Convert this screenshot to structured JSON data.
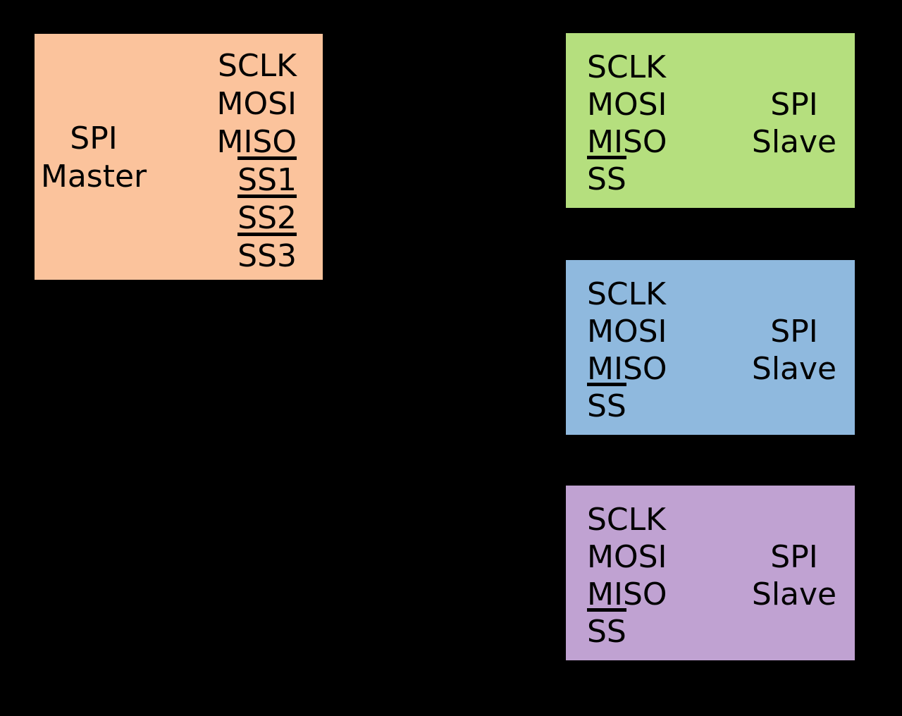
{
  "canvas": {
    "background": "#000000"
  },
  "master": {
    "fill": "#fbc39c",
    "label_lines": [
      "SPI",
      "Master"
    ],
    "pins": [
      {
        "label": "SCLK",
        "overline": false
      },
      {
        "label": "MOSI",
        "overline": false
      },
      {
        "label": "MISO",
        "overline": false
      },
      {
        "label": "SS1",
        "overline": true
      },
      {
        "label": "SS2",
        "overline": true
      },
      {
        "label": "SS3",
        "overline": true
      }
    ]
  },
  "slaves": [
    {
      "fill": "#b5df7e",
      "label_lines": [
        "SPI",
        "Slave"
      ],
      "pins": [
        {
          "label": "SCLK",
          "overline": false
        },
        {
          "label": "MOSI",
          "overline": false
        },
        {
          "label": "MISO",
          "overline": false
        },
        {
          "label": "SS",
          "overline": true
        }
      ]
    },
    {
      "fill": "#8fb9de",
      "label_lines": [
        "SPI",
        "Slave"
      ],
      "pins": [
        {
          "label": "SCLK",
          "overline": false
        },
        {
          "label": "MOSI",
          "overline": false
        },
        {
          "label": "MISO",
          "overline": false
        },
        {
          "label": "SS",
          "overline": true
        }
      ]
    },
    {
      "fill": "#c0a2d2",
      "label_lines": [
        "SPI",
        "Slave"
      ],
      "pins": [
        {
          "label": "SCLK",
          "overline": false
        },
        {
          "label": "MOSI",
          "overline": false
        },
        {
          "label": "MISO",
          "overline": false
        },
        {
          "label": "SS",
          "overline": true
        }
      ]
    }
  ]
}
